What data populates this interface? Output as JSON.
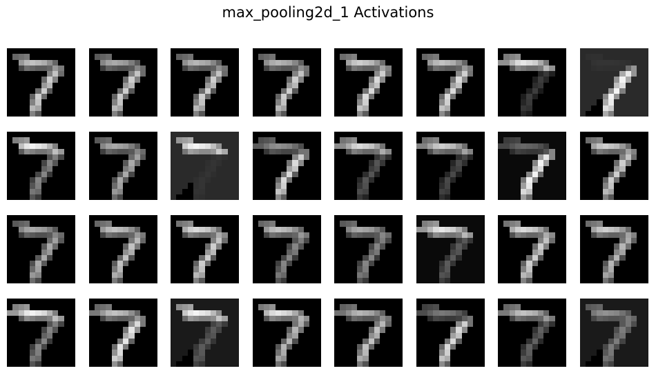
{
  "title": "max_pooling2d_1 Activations",
  "grid": {
    "rows": 4,
    "cols": 8
  },
  "tiles": [
    {
      "bg": "#000000",
      "bar": 0.8,
      "stroke": 0.85,
      "variant": "A"
    },
    {
      "bg": "#000000",
      "bar": 0.7,
      "stroke": 0.85,
      "variant": "A"
    },
    {
      "bg": "#000000",
      "bar": 0.75,
      "stroke": 0.85,
      "variant": "A"
    },
    {
      "bg": "#000000",
      "bar": 0.75,
      "stroke": 0.85,
      "variant": "A"
    },
    {
      "bg": "#000000",
      "bar": 0.85,
      "stroke": 0.9,
      "variant": "A"
    },
    {
      "bg": "#000000",
      "bar": 0.8,
      "stroke": 0.9,
      "variant": "A"
    },
    {
      "bg": "#000000",
      "bar": 0.95,
      "stroke": 0.25,
      "variant": "B"
    },
    {
      "bg": "#2a2a2a",
      "bar": 0.05,
      "stroke": 1.0,
      "variant": "C"
    },
    {
      "bg": "#000000",
      "bar": 1.0,
      "stroke": 0.55,
      "variant": "A"
    },
    {
      "bg": "#000000",
      "bar": 0.7,
      "stroke": 0.7,
      "variant": "A"
    },
    {
      "bg": "#2a2a2a",
      "bar": 1.0,
      "stroke": 0.05,
      "variant": "C"
    },
    {
      "bg": "#000000",
      "bar": 0.6,
      "stroke": 0.9,
      "variant": "B"
    },
    {
      "bg": "#000000",
      "bar": 0.9,
      "stroke": 0.35,
      "variant": "B"
    },
    {
      "bg": "#000000",
      "bar": 0.85,
      "stroke": 0.3,
      "variant": "B"
    },
    {
      "bg": "#0a0a0a",
      "bar": 0.4,
      "stroke": 1.0,
      "variant": "B"
    },
    {
      "bg": "#000000",
      "bar": 0.85,
      "stroke": 0.85,
      "variant": "A"
    },
    {
      "bg": "#000000",
      "bar": 0.7,
      "stroke": 0.7,
      "variant": "A"
    },
    {
      "bg": "#000000",
      "bar": 0.8,
      "stroke": 0.8,
      "variant": "A"
    },
    {
      "bg": "#000000",
      "bar": 0.9,
      "stroke": 0.85,
      "variant": "A"
    },
    {
      "bg": "#000000",
      "bar": 0.8,
      "stroke": 0.55,
      "variant": "A"
    },
    {
      "bg": "#000000",
      "bar": 0.7,
      "stroke": 0.55,
      "variant": "A"
    },
    {
      "bg": "#0a0a0a",
      "bar": 0.95,
      "stroke": 0.35,
      "variant": "B"
    },
    {
      "bg": "#000000",
      "bar": 0.9,
      "stroke": 0.85,
      "variant": "A"
    },
    {
      "bg": "#000000",
      "bar": 0.85,
      "stroke": 0.75,
      "variant": "A"
    },
    {
      "bg": "#000000",
      "bar": 1.0,
      "stroke": 0.55,
      "variant": "B"
    },
    {
      "bg": "#000000",
      "bar": 0.8,
      "stroke": 0.95,
      "variant": "B"
    },
    {
      "bg": "#1a1a1a",
      "bar": 1.0,
      "stroke": 0.3,
      "variant": "C"
    },
    {
      "bg": "#000000",
      "bar": 0.95,
      "stroke": 0.75,
      "variant": "A"
    },
    {
      "bg": "#000000",
      "bar": 0.75,
      "stroke": 0.8,
      "variant": "B"
    },
    {
      "bg": "#000000",
      "bar": 0.5,
      "stroke": 0.9,
      "variant": "B"
    },
    {
      "bg": "#000000",
      "bar": 0.8,
      "stroke": 0.4,
      "variant": "B"
    },
    {
      "bg": "#1a1a1a",
      "bar": 0.55,
      "stroke": 0.45,
      "variant": "C"
    }
  ]
}
